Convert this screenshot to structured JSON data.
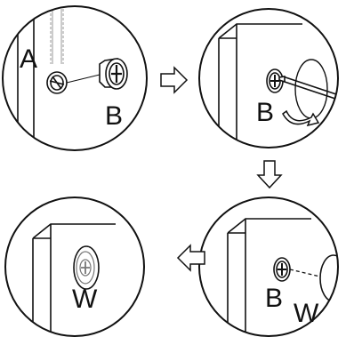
{
  "panels": {
    "step1": {
      "label_a": "A",
      "label_b": "B"
    },
    "step2": {
      "label_b": "B"
    },
    "step3": {
      "label_b": "B",
      "label_w": "W"
    },
    "step4": {
      "label_w": "W"
    }
  }
}
